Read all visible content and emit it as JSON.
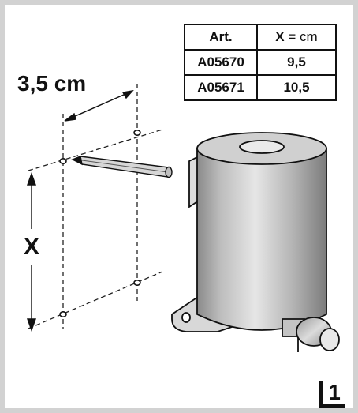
{
  "table": {
    "header_art": "Art.",
    "header_x_symbol": "X",
    "header_x_rest": " = cm",
    "rows": [
      {
        "art": "A05670",
        "x": "9,5"
      },
      {
        "art": "A05671",
        "x": "10,5"
      }
    ]
  },
  "labels": {
    "horizontal_distance": "3,5 cm",
    "vertical_distance": "X"
  },
  "figure_number": "1"
}
